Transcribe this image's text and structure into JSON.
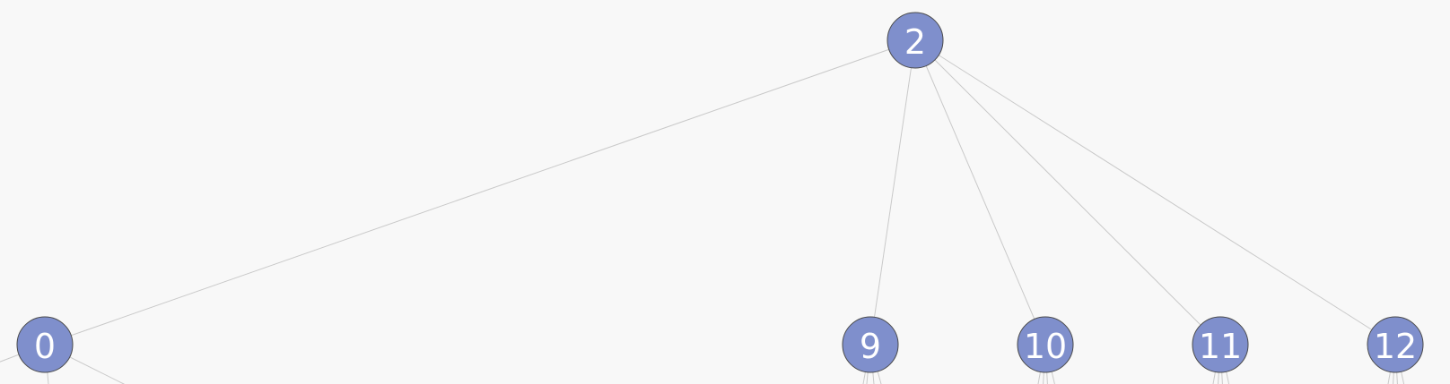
{
  "graph": {
    "nodes": [
      {
        "id": "2",
        "label": "2"
      },
      {
        "id": "0",
        "label": "0"
      },
      {
        "id": "9",
        "label": "9"
      },
      {
        "id": "10",
        "label": "10"
      },
      {
        "id": "11",
        "label": "11"
      },
      {
        "id": "12",
        "label": "12"
      }
    ],
    "edges": [
      {
        "from": "2",
        "to": "0"
      },
      {
        "from": "2",
        "to": "9"
      },
      {
        "from": "2",
        "to": "10"
      },
      {
        "from": "2",
        "to": "11"
      },
      {
        "from": "2",
        "to": "12"
      }
    ],
    "colors": {
      "node_fill": "#7f8fcc",
      "node_stroke": "#4a4a4a",
      "edge": "#c9c9c9",
      "label": "#ffffff",
      "background": "#f8f8f8"
    }
  }
}
